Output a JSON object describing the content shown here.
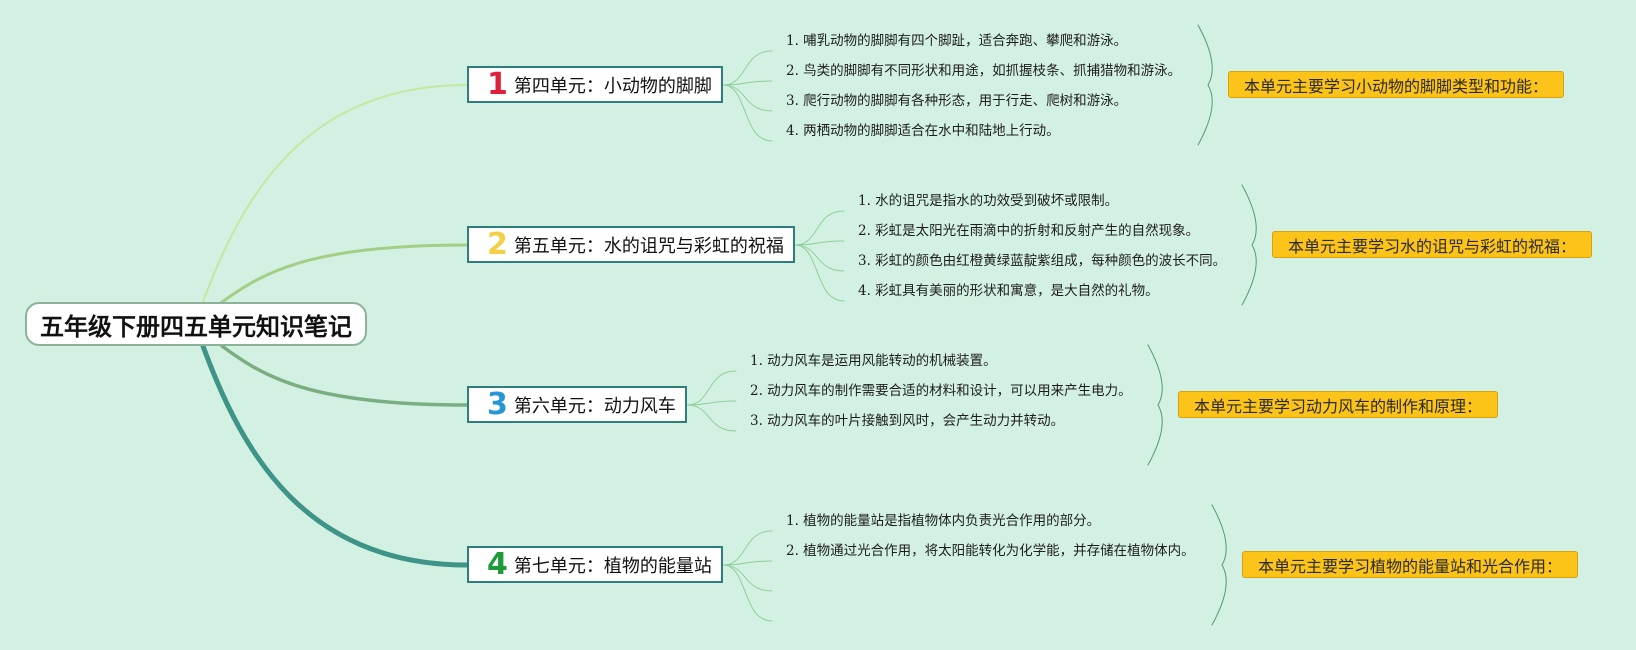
{
  "central_topic": "五年级下册四五单元知识笔记",
  "colors": {
    "background": "#d3f1e2",
    "summary_fill": "#fcc418",
    "unit_border": "#2e7e80"
  },
  "units": [
    {
      "number": "1",
      "number_color": "#e0203a",
      "title": "第四单元：小动物的脚脚",
      "branch_color": "#c3e8a0",
      "points": [
        "1. 哺乳动物的脚脚有四个脚趾，适合奔跑、攀爬和游泳。",
        "2. 鸟类的脚脚有不同形状和用途，如抓握枝条、抓捕猎物和游泳。",
        "3. 爬行动物的脚脚有各种形态，用于行走、爬树和游泳。",
        "4. 两栖动物的脚脚适合在水中和陆地上行动。"
      ],
      "summary": "本单元主要学习小动物的脚脚类型和功能："
    },
    {
      "number": "2",
      "number_color": "#f3cf47",
      "title": "第五单元：水的诅咒与彩虹的祝福",
      "branch_color": "#a2cf85",
      "points": [
        "1. 水的诅咒是指水的功效受到破坏或限制。",
        "2. 彩虹是太阳光在雨滴中的折射和反射产生的自然现象。",
        "3. 彩虹的颜色由红橙黄绿蓝靛紫组成，每种颜色的波长不同。",
        "4. 彩虹具有美丽的形状和寓意，是大自然的礼物。"
      ],
      "summary": "本单元主要学习水的诅咒与彩虹的祝福："
    },
    {
      "number": "3",
      "number_color": "#2696d4",
      "title": "第六单元：动力风车",
      "branch_color": "#7aad82",
      "points": [
        "1. 动力风车是运用风能转动的机械装置。",
        "2. 动力风车的制作需要合适的材料和设计，可以用来产生电力。",
        "3. 动力风车的叶片接触到风时，会产生动力并转动。"
      ],
      "summary": "本单元主要学习动力风车的制作和原理："
    },
    {
      "number": "4",
      "number_color": "#1e9a3a",
      "title": "第七单元：植物的能量站",
      "branch_color": "#3d9487",
      "points": [
        "1. 植物的能量站是指植物体内负责光合作用的部分。",
        "2. 植物通过光合作用，将太阳能转化为化学能，并存储在植物体内。"
      ],
      "summary": "本单元主要学习植物的能量站和光合作用："
    }
  ]
}
